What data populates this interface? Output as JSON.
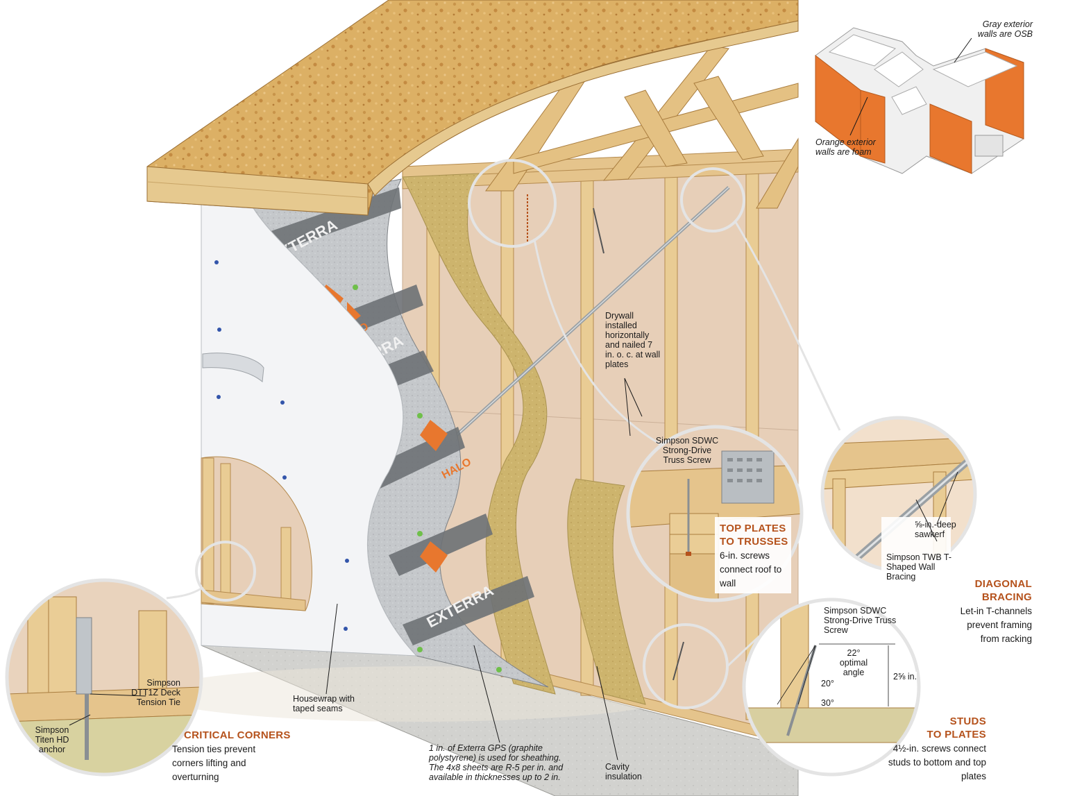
{
  "inset": {
    "gray_label": "Gray exterior walls are OSB",
    "orange_label": "Orange exterior walls are foam"
  },
  "brand": {
    "exterra": "EXTERRA",
    "halo": "HALO"
  },
  "labels": {
    "drywall": "Drywall installed horizontally and nailed 7 in. o. c. at wall plates",
    "sdwc_top": "Simpson SDWC Strong-Drive Truss Screw",
    "sawkerf": "⅝-in.-deep sawkerf",
    "twb": "Simpson TWB T-Shaped Wall Bracing",
    "sdwc_bottom": "Simpson SDWC Strong-Drive Truss Screw",
    "angle_22": "22° optimal angle",
    "angle_20": "20°",
    "angle_30": "30°",
    "dim": "2⅝ in.",
    "dtt1z": "Simpson DTT1Z Deck Tension Tie",
    "titen": "Simpson Titen HD anchor",
    "housewrap": "Housewrap with taped seams",
    "exterra_note": "1 in. of Exterra GPS (graphite polystyrene) is used for sheathing. The 4x8 sheets are R-5 per in. and available in thicknesses up to 2 in.",
    "cavity": "Cavity insulation"
  },
  "callouts": {
    "top_plates": {
      "title_1": "TOP PLATES",
      "title_2": "TO TRUSSES",
      "body": "6-in. screws connect roof to wall"
    },
    "diagonal": {
      "title": "DIAGONAL BRACING",
      "body": "Let-in T-channels prevent framing from racking"
    },
    "corners": {
      "title": "CRITICAL CORNERS",
      "body": "Tension ties prevent corners lifting and overturning"
    },
    "studs": {
      "title_1": "STUDS",
      "title_2": "TO PLATES",
      "body": "4½-in. screws connect studs to bottom and top plates"
    }
  },
  "colors": {
    "accent": "#b5521c",
    "foam_orange": "#e8772e",
    "osb": "#d9ab5e",
    "lumber": "#e9cc94",
    "insulation": "#c9b06a",
    "drywall": "#e6cdb5",
    "sheathing_gray": "#8e9296"
  }
}
